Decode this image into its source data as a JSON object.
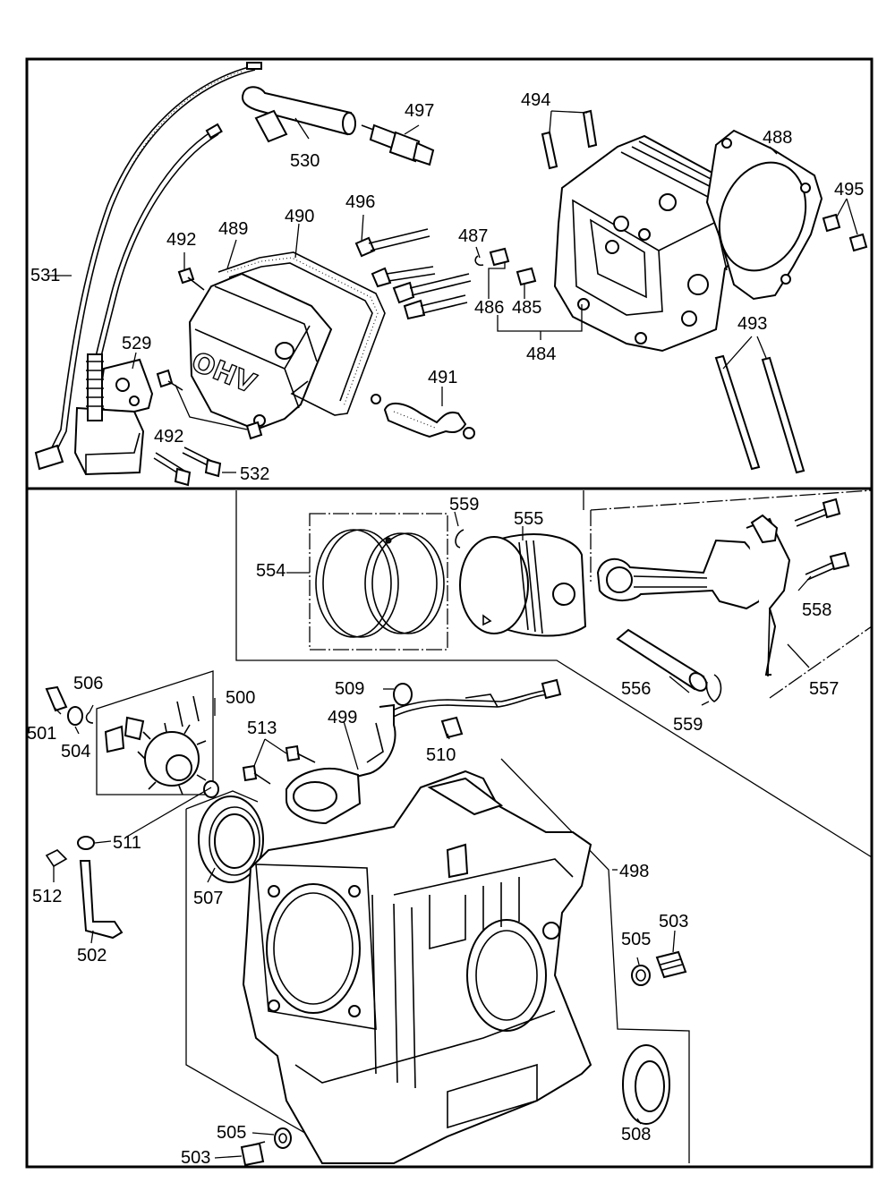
{
  "diagram": {
    "cover_lettering": "OHV",
    "callouts": {
      "c484": "484",
      "c485": "485",
      "c486": "486",
      "c487": "487",
      "c488": "488",
      "c489": "489",
      "c490": "490",
      "c491": "491",
      "c492a": "492",
      "c492b": "492",
      "c493": "493",
      "c494": "494",
      "c495": "495",
      "c496": "496",
      "c497": "497",
      "c498": "498",
      "c499": "499",
      "c500": "500",
      "c501": "501",
      "c502": "502",
      "c503a": "503",
      "c503b": "503",
      "c504": "504",
      "c505a": "505",
      "c505b": "505",
      "c506": "506",
      "c507": "507",
      "c508": "508",
      "c509": "509",
      "c510": "510",
      "c511": "511",
      "c512": "512",
      "c513": "513",
      "c529": "529",
      "c530": "530",
      "c531": "531",
      "c532": "532",
      "c554": "554",
      "c555": "555",
      "c556": "556",
      "c557": "557",
      "c558": "558",
      "c559a": "559",
      "c559b": "559"
    }
  }
}
